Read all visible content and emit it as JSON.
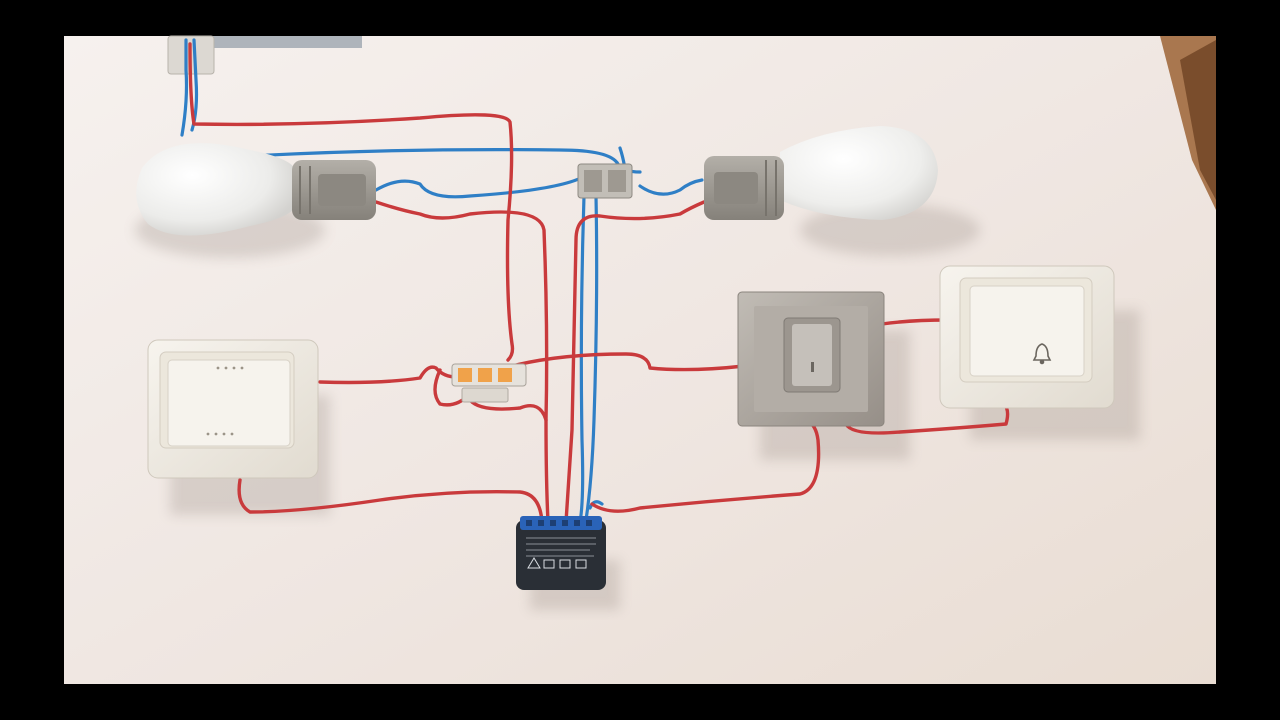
{
  "scene": {
    "description_shown": false,
    "colors": {
      "letterbox": "#000000",
      "wall": "#f3ece7",
      "live_wire": "#c93a3c",
      "neutral_wire": "#2f7fc6",
      "module_body": "#2a2f36",
      "module_terminals": "#2a63b8",
      "bulb": "#f4f4f2",
      "socket": "#9e9a93",
      "switch_white": "#efebe2",
      "switch_silver": "#a8a29b"
    },
    "components": {
      "left_bulb": "light-bulb",
      "right_bulb": "light-bulb",
      "left_switch": "rocker-light-switch",
      "middle_switch": "silver-push-button",
      "right_switch": "doorbell-push-button",
      "bell_symbol": "bell-icon",
      "relay_module": "smart-relay-module",
      "top_connector": "lever-wire-connector",
      "mid_connector": "lever-wire-connector",
      "ceiling_box": "junction-block"
    }
  }
}
